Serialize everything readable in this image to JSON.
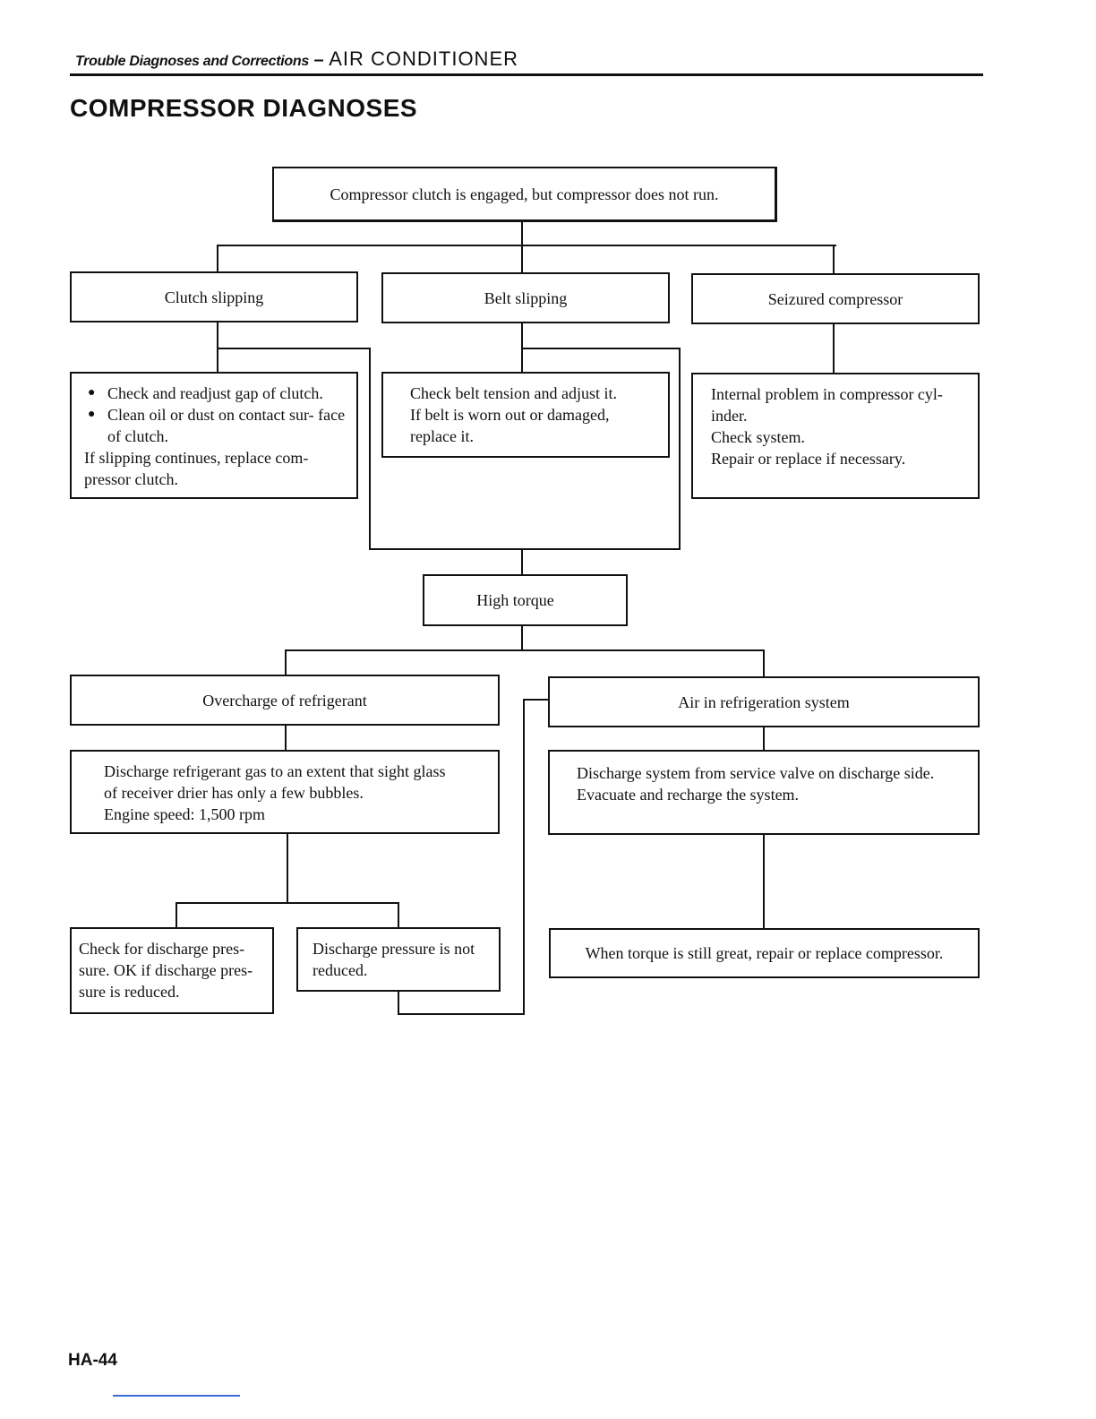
{
  "header": {
    "italic_part": "Trouble Diagnoses and Corrections",
    "dash": " – ",
    "section": "AIR CONDITIONER"
  },
  "page_title": "COMPRESSOR DIAGNOSES",
  "flow": {
    "root": "Compressor clutch is engaged, but compressor does not run.",
    "clutch_slipping": {
      "label": "Clutch slipping",
      "bullets": [
        "Check and readjust gap of clutch.",
        "Clean oil or dust on contact sur- face of clutch."
      ],
      "note": "If slipping continues, replace com- pressor clutch."
    },
    "belt_slipping": {
      "label": "Belt slipping",
      "lines": [
        "Check belt tension and adjust it.",
        "If belt is worn out or damaged,",
        "replace it."
      ]
    },
    "seized": {
      "label": "Seizured compressor",
      "lines": [
        "Internal problem in compressor cyl- inder.",
        "Check system.",
        "Repair or replace if necessary."
      ]
    },
    "high_torque": "High torque",
    "overcharge": {
      "label": "Overcharge of refrigerant",
      "lines": [
        "Discharge refrigerant gas to an extent that sight glass",
        "of receiver drier has only a few bubbles.",
        "Engine speed: 1,500 rpm"
      ],
      "check": "Check for discharge pres- sure. OK if discharge pres- sure is reduced.",
      "not_reduced": "Discharge pressure is not reduced."
    },
    "air": {
      "label": "Air in refrigeration system",
      "lines": [
        "Discharge system from service valve on discharge side.",
        "Evacuate and recharge the system."
      ],
      "final": "When torque is still great, repair or replace compressor."
    }
  },
  "footer": "HA-44"
}
